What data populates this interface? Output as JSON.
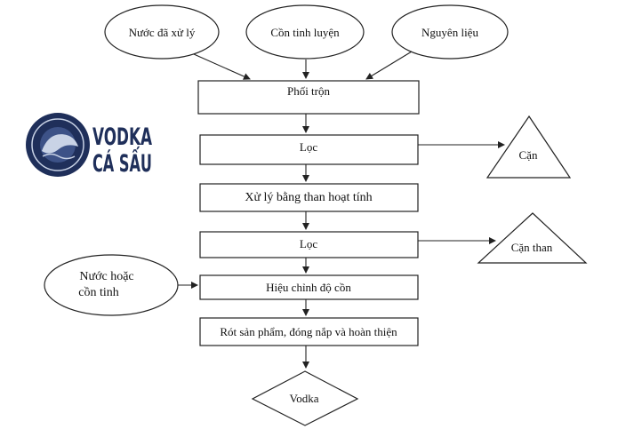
{
  "diagram": {
    "inputs": {
      "water": "Nước đã xử lý",
      "alcohol": "Cồn tinh luyện",
      "materials": "Nguyên liệu",
      "adjust_water_line1": "Nước hoặc",
      "adjust_water_line2": "cồn tinh"
    },
    "steps": {
      "mixing": "Phối trộn",
      "filter1": "Lọc",
      "carbon": "Xử lý bằng than hoạt tính",
      "filter2": "Lọc",
      "adjust": "Hiệu chỉnh độ cồn",
      "bottling": "Rót sản phẩm, đóng nắp và hoàn thiện"
    },
    "outputs": {
      "residue": "Cặn",
      "carbon_residue": "Cặn than",
      "product": "Vodka"
    },
    "logo": {
      "line1": "VODKA",
      "line2": "CÁ SẤU",
      "colors": {
        "navy": "#1f2f5a",
        "light": "#c9d3e6"
      }
    }
  }
}
